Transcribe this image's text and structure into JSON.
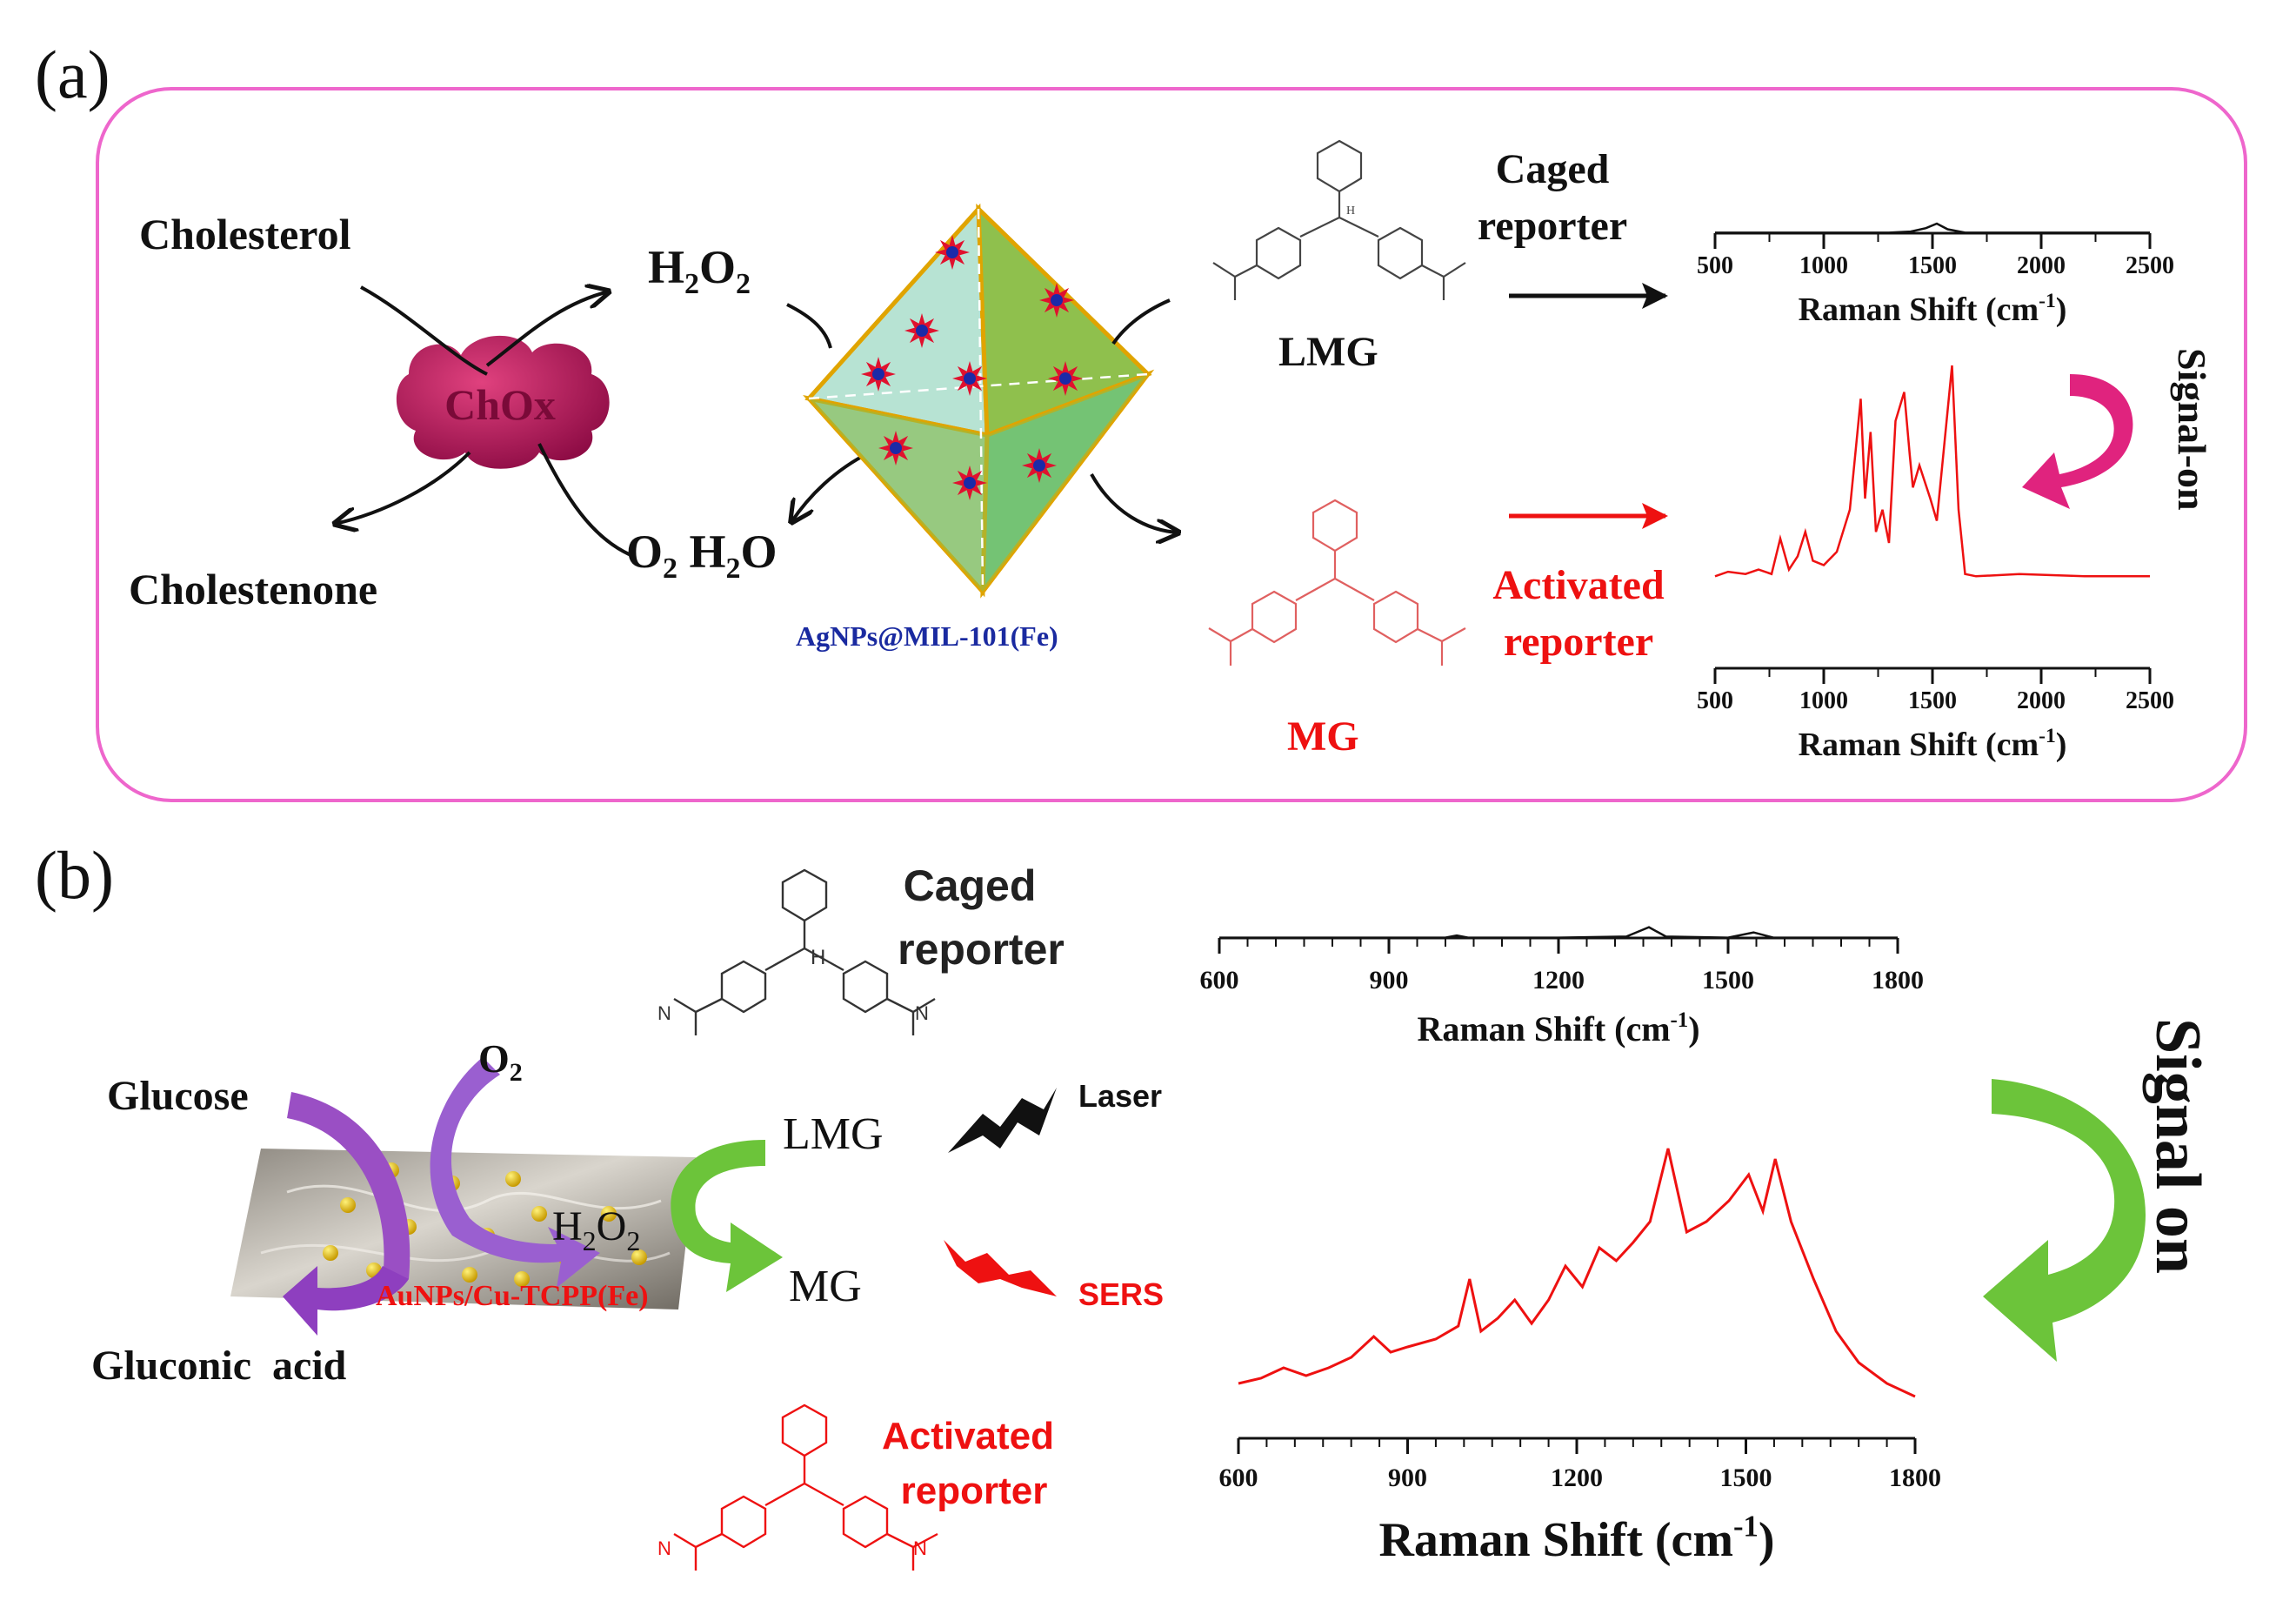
{
  "panel_a": {
    "label": "(a)",
    "cholesterol": "Cholesterol",
    "cholestenone": "Cholestenone",
    "enzyme": "ChOx",
    "h2o2": "H",
    "o2_h2o": "O",
    "framework_label": "AgNPs@MIL-101(Fe)",
    "lmg": "LMG",
    "mg": "MG",
    "caged_line1": "Caged",
    "caged_line2": "reporter",
    "activated_line1": "Activated",
    "activated_line2": "reporter",
    "signal_on": "Signal-on",
    "axis_title": "Raman Shift (cm",
    "axis_title_exp": "-1",
    "axis_title_close": ")",
    "ticks": [
      "500",
      "1000",
      "1500",
      "2000",
      "2500"
    ]
  },
  "panel_b": {
    "label": "(b)",
    "glucose": "Glucose",
    "gluconic": "Gluconic  acid",
    "o2": "O",
    "h2o2": "H",
    "substrate_label": "AuNPs/Cu-TCPP(Fe)",
    "lmg": "LMG",
    "mg": "MG",
    "caged_line1": "Caged",
    "caged_line2": "reporter",
    "activated_line1": "Activated",
    "activated_line2": "reporter",
    "laser": "Laser",
    "sers": "SERS",
    "signal_on": "Signal on",
    "axis_title": "Raman Shift (cm",
    "axis_title_exp": "-1",
    "axis_title_close": ")",
    "ticks": [
      "600",
      "900",
      "1200",
      "1500",
      "1800"
    ]
  },
  "colors": {
    "frame": "#ee66cc",
    "red": "#ee1111",
    "black": "#111111",
    "enzyme": "#b0135a",
    "green": "#6cc43a",
    "purple": "#9a4fc4",
    "framework_text": "#1a2aa0"
  },
  "chart_data": [
    {
      "type": "line",
      "name": "a-caged",
      "xlabel": "Raman Shift (cm-1)",
      "xlim": [
        500,
        2500
      ],
      "x": [
        500,
        1300,
        1400,
        1470,
        1520,
        1570,
        1650,
        1800,
        2500
      ],
      "y": [
        0.02,
        0.02,
        0.03,
        0.06,
        0.1,
        0.05,
        0.02,
        0.02,
        0.02
      ],
      "color": "#111111"
    },
    {
      "type": "line",
      "name": "a-activated",
      "xlabel": "Raman Shift (cm-1)",
      "xlim": [
        500,
        2500
      ],
      "x": [
        500,
        560,
        640,
        700,
        760,
        800,
        840,
        880,
        915,
        950,
        1000,
        1060,
        1120,
        1170,
        1190,
        1215,
        1240,
        1270,
        1300,
        1330,
        1370,
        1395,
        1410,
        1440,
        1490,
        1520,
        1560,
        1590,
        1620,
        1650,
        1700,
        1900,
        2200,
        2500
      ],
      "y": [
        0.05,
        0.07,
        0.06,
        0.08,
        0.06,
        0.22,
        0.08,
        0.14,
        0.25,
        0.12,
        0.1,
        0.16,
        0.35,
        0.85,
        0.4,
        0.7,
        0.25,
        0.35,
        0.2,
        0.75,
        0.88,
        0.6,
        0.45,
        0.55,
        0.4,
        0.3,
        0.7,
        1.0,
        0.35,
        0.06,
        0.05,
        0.06,
        0.05,
        0.05
      ],
      "color": "#ee1111"
    },
    {
      "type": "line",
      "name": "b-caged",
      "xlabel": "Raman Shift (cm-1)",
      "xlim": [
        600,
        1800
      ],
      "x": [
        600,
        900,
        1000,
        1020,
        1040,
        1200,
        1320,
        1360,
        1390,
        1500,
        1545,
        1580,
        1800
      ],
      "y": [
        0.02,
        0.02,
        0.02,
        0.04,
        0.02,
        0.02,
        0.03,
        0.12,
        0.03,
        0.02,
        0.07,
        0.02,
        0.02
      ],
      "color": "#111111"
    },
    {
      "type": "line",
      "name": "b-activated",
      "xlabel": "Raman Shift (cm-1)",
      "xlim": [
        600,
        1800
      ],
      "x": [
        600,
        640,
        680,
        720,
        760,
        800,
        840,
        870,
        900,
        950,
        990,
        1010,
        1030,
        1060,
        1090,
        1120,
        1150,
        1180,
        1210,
        1240,
        1270,
        1300,
        1330,
        1362,
        1395,
        1430,
        1470,
        1505,
        1530,
        1552,
        1580,
        1620,
        1660,
        1700,
        1750,
        1800
      ],
      "y": [
        0.1,
        0.12,
        0.16,
        0.13,
        0.16,
        0.2,
        0.28,
        0.22,
        0.24,
        0.27,
        0.32,
        0.5,
        0.3,
        0.35,
        0.42,
        0.33,
        0.42,
        0.55,
        0.47,
        0.62,
        0.57,
        0.64,
        0.72,
        1.0,
        0.68,
        0.72,
        0.8,
        0.9,
        0.76,
        0.96,
        0.72,
        0.5,
        0.3,
        0.18,
        0.1,
        0.05
      ],
      "color": "#ee1111"
    }
  ]
}
